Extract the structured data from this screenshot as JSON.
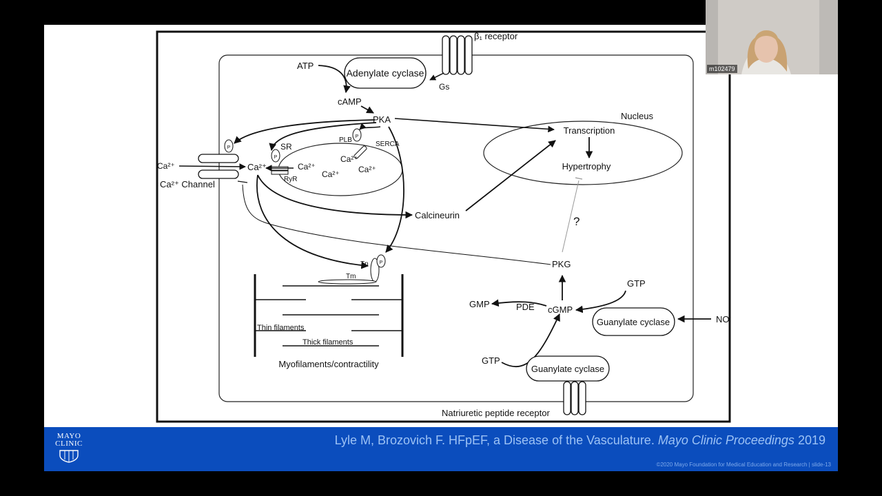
{
  "diagram": {
    "labels": {
      "beta1_receptor": "β₁ receptor",
      "atp": "ATP",
      "adenylate_cyclase": "Adenylate cyclase",
      "gs": "Gs",
      "camp": "cAMP",
      "pka": "PKA",
      "nucleus": "Nucleus",
      "transcription": "Transcription",
      "hypertrophy": "Hypertrophy",
      "sr": "SR",
      "plb": "PLB",
      "serca": "SERCA",
      "ryr": "RyR",
      "ca_ion": "Ca²⁺",
      "ca_channel": "Ca²⁺ Channel",
      "p": "P",
      "calcineurin": "Calcineurin",
      "question": "?",
      "pkg": "PKG",
      "tn": "Tn",
      "tm": "Tm",
      "thin_filaments": "Thin filaments",
      "thick_filaments": "Thick filaments",
      "myofilaments": "Myofilaments/contractility",
      "gmp": "GMP",
      "pde": "PDE",
      "cgmp": "cGMP",
      "gtp": "GTP",
      "guanylate_cyclase": "Guanylate cyclase",
      "no": "NO",
      "natriuretic_receptor": "Natriuretic peptide receptor"
    }
  },
  "footer": {
    "logo_line1": "MAYO",
    "logo_line2": "CLINIC",
    "citation_authors": "Lyle M, Brozovich F. HFpEF, a Disease of the Vasculature.",
    "citation_journal": "Mayo Clinic Proceedings",
    "citation_year": "2019",
    "copyright": "©2020 Mayo Foundation for Medical Education and Research  |  slide-13"
  },
  "video": {
    "participant_name": "m102479"
  },
  "colors": {
    "footer_bg": "#0b4dbd",
    "citation": "#9cc2f5"
  }
}
